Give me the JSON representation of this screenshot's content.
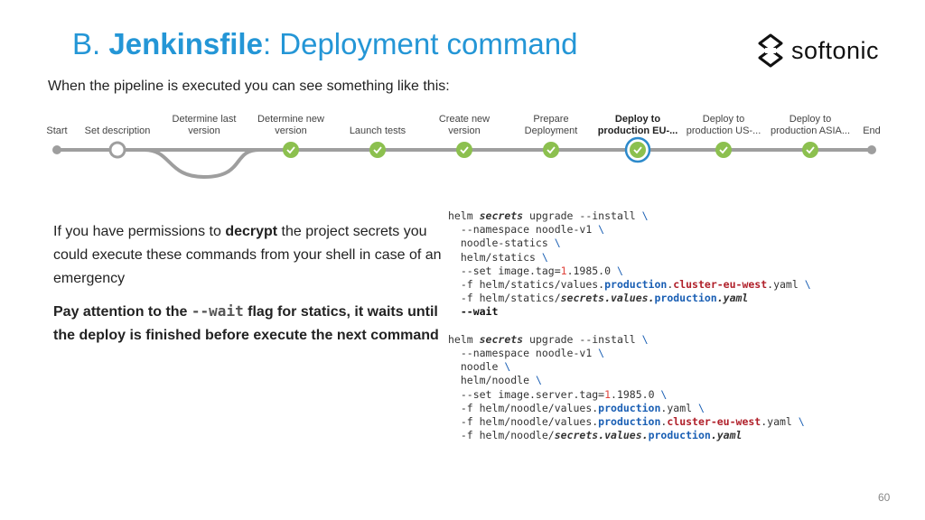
{
  "slide": {
    "title_prefix": "B. ",
    "title_bold": "Jenkinsfile",
    "title_rest": ": Deployment command",
    "subtitle": "When the pipeline is executed you can see something like this:",
    "page_number": "60"
  },
  "logo": {
    "text": "softonic",
    "icon": "softonic-logo-icon"
  },
  "pipeline": {
    "stages": [
      {
        "label": "Start",
        "status": "start"
      },
      {
        "label": "Set description",
        "status": "pending"
      },
      {
        "label": "Determine last\nversion",
        "status": "skipped"
      },
      {
        "label": "Determine new\nversion",
        "status": "success"
      },
      {
        "label": "Launch tests",
        "status": "success"
      },
      {
        "label": "Create new\nversion",
        "status": "success"
      },
      {
        "label": "Prepare\nDeployment",
        "status": "success"
      },
      {
        "label": "Deploy to\nproduction EU-...",
        "status": "running"
      },
      {
        "label": "Deploy to\nproduction US-...",
        "status": "success"
      },
      {
        "label": "Deploy to\nproduction ASIA...",
        "status": "success"
      },
      {
        "label": "End",
        "status": "end"
      }
    ],
    "colors": {
      "success": "#8cc04f",
      "running": "#2d8acb",
      "line": "#9e9e9e",
      "pending": "#ffffff"
    }
  },
  "left_text": {
    "p1_before": "If you have permissions to ",
    "p1_bold": "decrypt",
    "p1_after": " the project secrets you could execute these commands from your shell in case of an emergency",
    "p2_before": "Pay attention to the ",
    "p2_code": "--wait",
    "p2_after": " flag for statics, it waits until the deploy is finished before execute the next command"
  },
  "code": {
    "helm": "helm ",
    "secrets": "secrets",
    "upgrade": " upgrade --install ",
    "bs": "\\",
    "ns": "  --namespace noodle-v1 ",
    "statics_name": "  noodle-statics ",
    "statics_chart": "  helm/statics ",
    "set_img_a": "  --set image.tag=",
    "one": "1",
    "set_img_b": ".1985.0 ",
    "f_a": "  -f helm/statics/values.",
    "production": "production",
    "dot": ".",
    "cluster": "cluster-eu-west",
    "yaml_bs": ".yaml ",
    "f_s": "  -f helm/statics/",
    "secrets_values": "secrets.values.",
    "yaml": ".yaml",
    "wait": "  --wait",
    "noodle_name": "  noodle ",
    "noodle_chart": "  helm/noodle ",
    "set_srv_a": "  --set image.server.tag=",
    "f_n": "  -f helm/noodle/values.",
    "f_ns": "  -f helm/noodle/"
  }
}
